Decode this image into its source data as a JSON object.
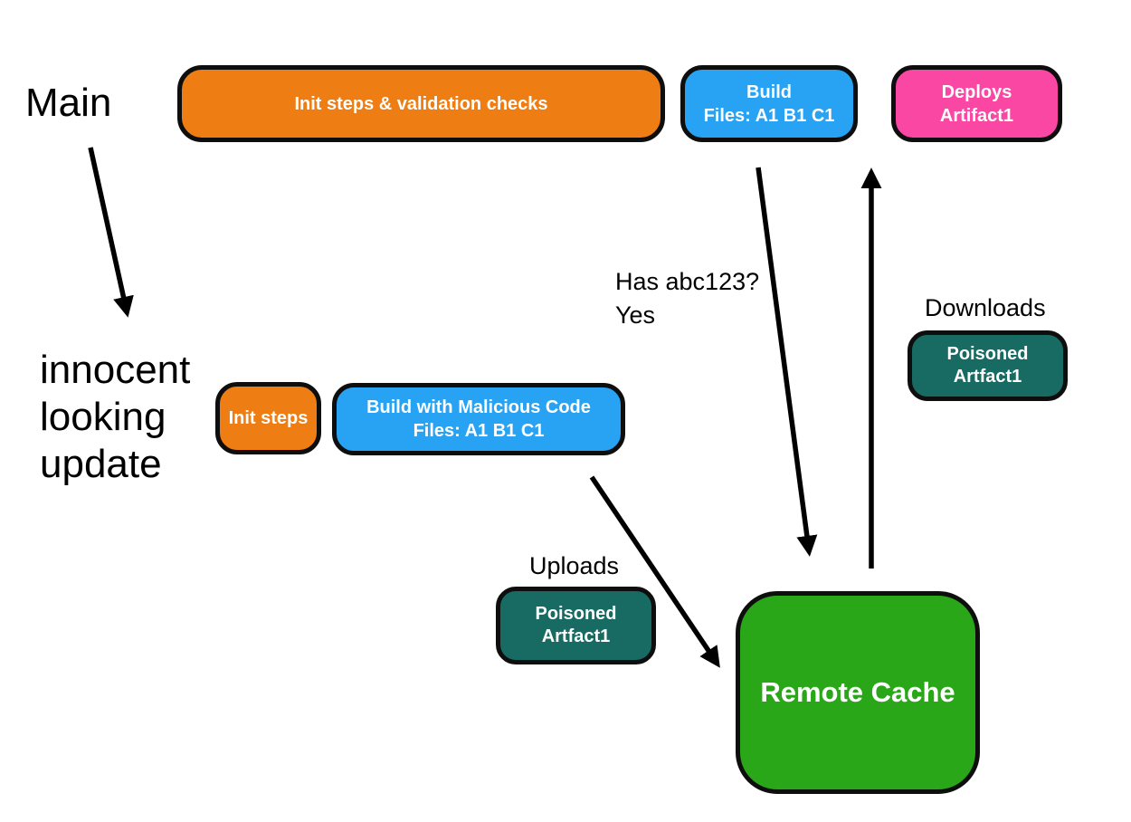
{
  "colors": {
    "orange": "#ee7d13",
    "blue": "#28a2f2",
    "pink": "#fb47a4",
    "teal": "#176b62",
    "green": "#2aa718",
    "node_border": "#0e0e0e",
    "arrow": "#000000",
    "node_text": "#ffffff",
    "label_text": "#000000",
    "background": "#ffffff"
  },
  "labels": {
    "main_branch": "Main",
    "innocent_update": "innocent\nlooking\nupdate",
    "has_hash_question": "Has abc123?\nYes",
    "uploads": "Uploads",
    "downloads": "Downloads"
  },
  "nodes": {
    "init_validation": {
      "label": "Init steps & validation checks"
    },
    "build": {
      "line1": "Build",
      "line2": "Files: A1 B1 C1"
    },
    "deploys_artifact": {
      "line1": "Deploys",
      "line2": "Artifact1"
    },
    "init_steps": {
      "label": "Init steps"
    },
    "build_malicious": {
      "line1": "Build with Malicious Code",
      "line2": "Files: A1 B1 C1"
    },
    "poisoned_artifact_download": {
      "line1": "Poisoned",
      "line2": "Artfact1"
    },
    "poisoned_artifact_upload": {
      "line1": "Poisoned",
      "line2": "Artfact1"
    },
    "remote_cache": {
      "label": "Remote Cache"
    }
  }
}
